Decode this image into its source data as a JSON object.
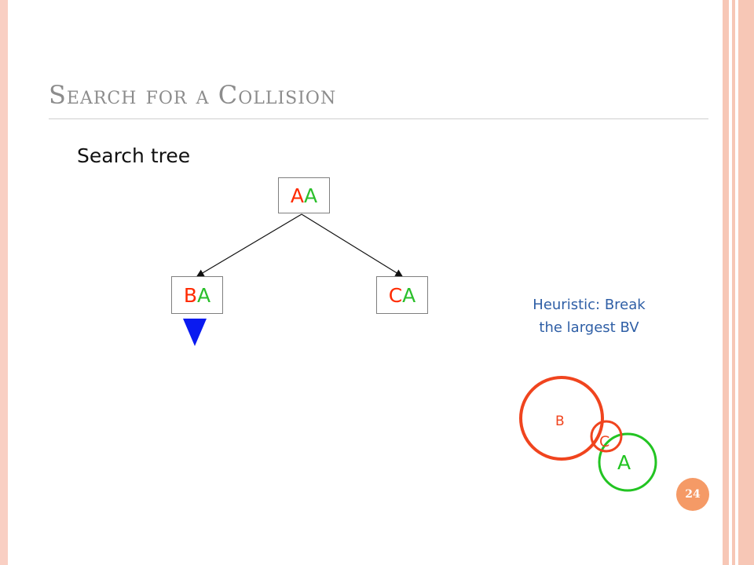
{
  "slide": {
    "title": "Search for a Collision",
    "subtitle": "Search tree",
    "page_number": "24"
  },
  "tree": {
    "root": {
      "letters": [
        "A",
        "A"
      ],
      "colors": [
        "#ff2a00",
        "#2bbf2b"
      ]
    },
    "left_child": {
      "letters": [
        "B",
        "A"
      ],
      "colors": [
        "#ff2a00",
        "#2bbf2b"
      ]
    },
    "right_child": {
      "letters": [
        "C",
        "A"
      ],
      "colors": [
        "#ff2a00",
        "#2bbf2b"
      ]
    }
  },
  "heuristic": {
    "line1": "Heuristic: Break",
    "line2": "the largest BV"
  },
  "bounding_volumes": {
    "B": {
      "label": "B",
      "color": "#f0441e"
    },
    "C": {
      "label": "C",
      "color": "#f0441e"
    },
    "A": {
      "label": "A",
      "color": "#22c422"
    }
  },
  "colors": {
    "accent_border": "#f7c7b6",
    "marker": "#0a1af0",
    "heuristic_text": "#2f5fa6"
  }
}
